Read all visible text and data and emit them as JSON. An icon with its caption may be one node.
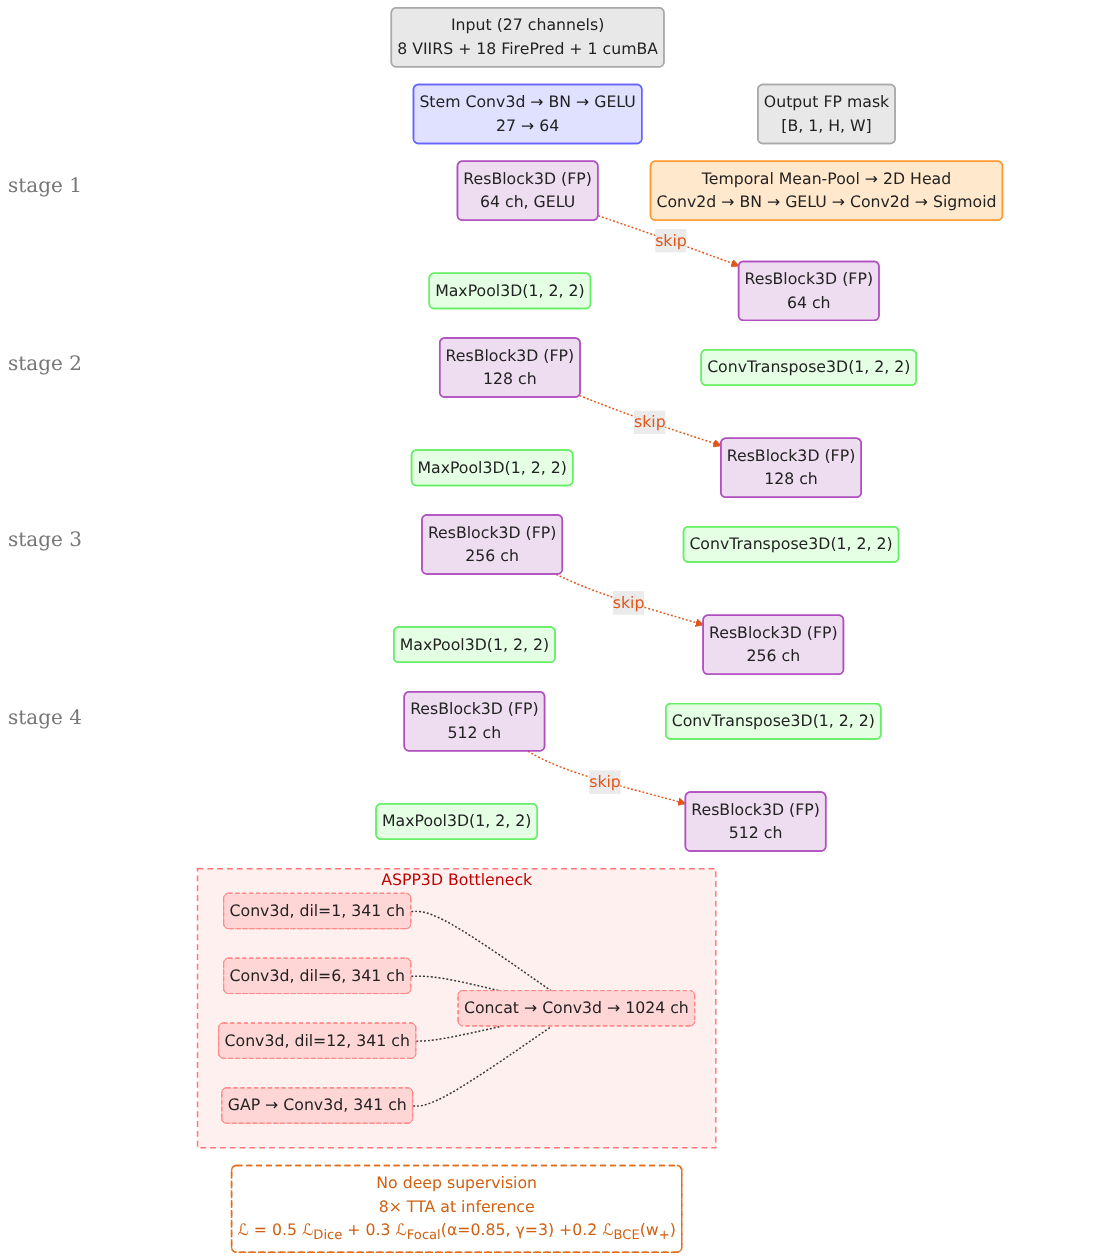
{
  "diagram": {
    "nodes": [
      {
        "text": [
          "Input (27 channels)",
          "8 VIIRS + 18 FirePred + 1 cumBA"
        ]
      },
      {
        "text": [
          "Stem Conv3d → BN → GELU",
          "27 → 64"
        ]
      },
      {
        "text": [
          "Output FP mask",
          "[B, 1, H, W]"
        ]
      },
      {
        "text": [
          "Temporal Mean-Pool → 2D Head",
          "Conv2d → BN → GELU → Conv2d → Sigmoid"
        ]
      },
      {
        "text": [
          "ResBlock3D (FP)",
          "64 ch, GELU"
        ]
      },
      {
        "text": [
          "MaxPool3D(1, 2, 2)"
        ]
      },
      {
        "text": [
          "ResBlock3D (FP)",
          "128 ch"
        ]
      },
      {
        "text": [
          "MaxPool3D(1, 2, 2)"
        ]
      },
      {
        "text": [
          "ResBlock3D (FP)",
          "256 ch"
        ]
      },
      {
        "text": [
          "MaxPool3D(1, 2, 2)"
        ]
      },
      {
        "text": [
          "ResBlock3D (FP)",
          "512 ch"
        ]
      },
      {
        "text": [
          "MaxPool3D(1, 2, 2)"
        ]
      },
      {
        "text": [
          "ResBlock3D (FP)",
          "64 ch"
        ]
      },
      {
        "text": [
          "ConvTranspose3D(1, 2, 2)"
        ]
      },
      {
        "text": [
          "ResBlock3D (FP)",
          "128 ch"
        ]
      },
      {
        "text": [
          "ConvTranspose3D(1, 2, 2)"
        ]
      },
      {
        "text": [
          "ResBlock3D (FP)",
          "256 ch"
        ]
      },
      {
        "text": [
          "ConvTranspose3D(1, 2, 2)"
        ]
      },
      {
        "text": [
          "ResBlock3D (FP)",
          "512 ch"
        ]
      },
      {
        "text": [
          "ASPP3D Bottleneck"
        ]
      },
      {
        "text": [
          "Conv3d, dil=1, 341 ch"
        ],
        "in": 19
      },
      {
        "text": [
          "Conv3d, dil=6, 341 ch"
        ],
        "in": 19
      },
      {
        "text": [
          "Conv3d, dil=12, 341 ch"
        ],
        "in": 19
      },
      {
        "text": [
          "GAP → Conv3d, 341 ch"
        ],
        "in": 19
      },
      {
        "text": [
          "Concat → Conv3d → 1024 ch"
        ],
        "in": 19
      },
      {
        "text": [
          "No deep supervision",
          "8× TTA at inference",
          "ℒ = 0.5 ℒ$_{Dice}$ + 0.3 ℒ$_{Focal}$(α=0.85, γ=3) +0.2 ℒ$_{BCE}$(w$_{+}$)"
        ]
      }
    ],
    "edges": [
      {
        "from": 4,
        "to": 12,
        "arrow": "to",
        "label": "skip",
        "style": "dashed",
        "color": "#e0561a"
      },
      {
        "from": 6,
        "to": 14,
        "arrow": "to",
        "label": "skip",
        "style": "dashed",
        "color": "#e0561a"
      },
      {
        "from": 8,
        "to": 16,
        "arrow": "to",
        "label": "skip",
        "style": "dashed",
        "color": "#e0561a"
      },
      {
        "from": 10,
        "to": 18,
        "arrow": "to",
        "label": "skip",
        "style": "dashed",
        "color": "#e0561a"
      },
      {
        "from": 20,
        "to": 24,
        "arrow": "none",
        "style": "dashed",
        "color": "#333333"
      },
      {
        "from": 21,
        "to": 24,
        "arrow": "none",
        "style": "dashed",
        "color": "#333333"
      },
      {
        "from": 22,
        "to": 24,
        "arrow": "none",
        "style": "dashed",
        "color": "#333333"
      },
      {
        "from": 23,
        "to": 24,
        "arrow": "none",
        "style": "dashed",
        "color": "#333333"
      }
    ],
    "labels": [
      "stage 1",
      "stage 2",
      "stage 3",
      "stage 4"
    ]
  }
}
